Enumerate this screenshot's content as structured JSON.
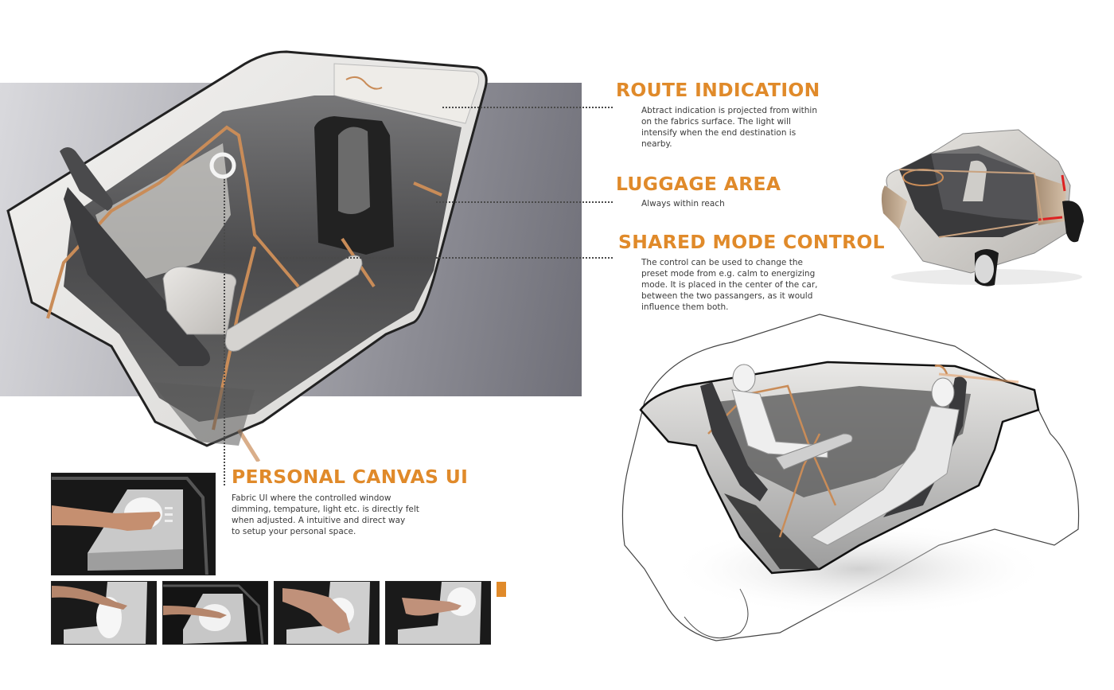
{
  "board": {
    "accent_color": "#e08a2a",
    "panel_color": "#8e8e96"
  },
  "sections": {
    "route": {
      "title": "ROUTE INDICATION",
      "description": "Abtract indication is projected from within\non the fabrics surface. The light will\nintensify when the end destination is\nnearby."
    },
    "luggage": {
      "title": "LUGGAGE AREA",
      "description": "Always within reach"
    },
    "shared": {
      "title": "SHARED MODE CONTROL",
      "description": "The control can be used to change the\npreset mode from e.g. calm to energizing\nmode. It is placed in the center of the car,\nbetween the two passangers, as it would\ninfluence them both."
    },
    "canvas": {
      "title": "PERSONAL CANVAS UI",
      "description": "Fabric UI where the controlled window\ndimming, tempature, light etc. is directly felt\nwhen adjusted. A intuitive and direct way\nto setup your personal space."
    }
  },
  "images": {
    "main_sketch": "cabin-interior-sketch",
    "car_render": "exterior-car-render",
    "people_sketch": "two-passenger-interior-sketch",
    "canvas_photos": [
      "fabric-ui-hand-1",
      "fabric-ui-hand-2",
      "fabric-ui-hand-3",
      "fabric-ui-hand-4",
      "fabric-ui-hand-5"
    ]
  }
}
